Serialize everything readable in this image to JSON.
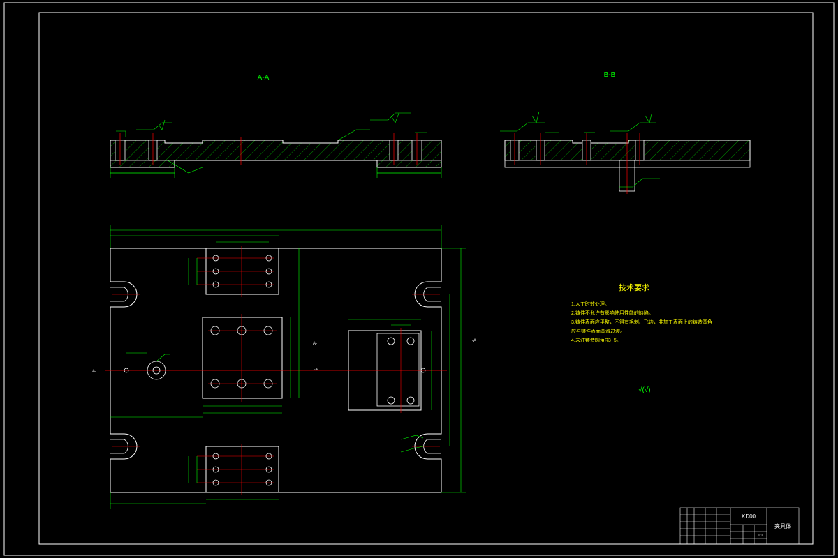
{
  "colors": {
    "background": "#000000",
    "frame": "#ffffff",
    "outline": "#ffffff",
    "dimension": "#00ff00",
    "centerline": "#ff0000",
    "hatch": "#00cc00",
    "tech_text": "#ffff00"
  },
  "sections": {
    "a_title": "A-A",
    "b_title": "B-B"
  },
  "section_marks": {
    "left_a": "A-",
    "mid_a": "A-",
    "right_a": "-A",
    "center_a": "-A"
  },
  "technical_requirements": {
    "title": "技术要求",
    "items": [
      "1.人工时效处理。",
      "2.铸件不允许有影响使用性能的缺陷。",
      "3.铸件表面应平整，不得有毛刺、飞边，非加工表面上的铸造圆角",
      "应与铸件表面圆滑过渡。",
      "4.未注铸造圆角R3~5。"
    ]
  },
  "roughness_note": "√(√)",
  "title_block": {
    "drawing_no": "KD00",
    "part_name": "夹具体",
    "scale": "1:1"
  }
}
